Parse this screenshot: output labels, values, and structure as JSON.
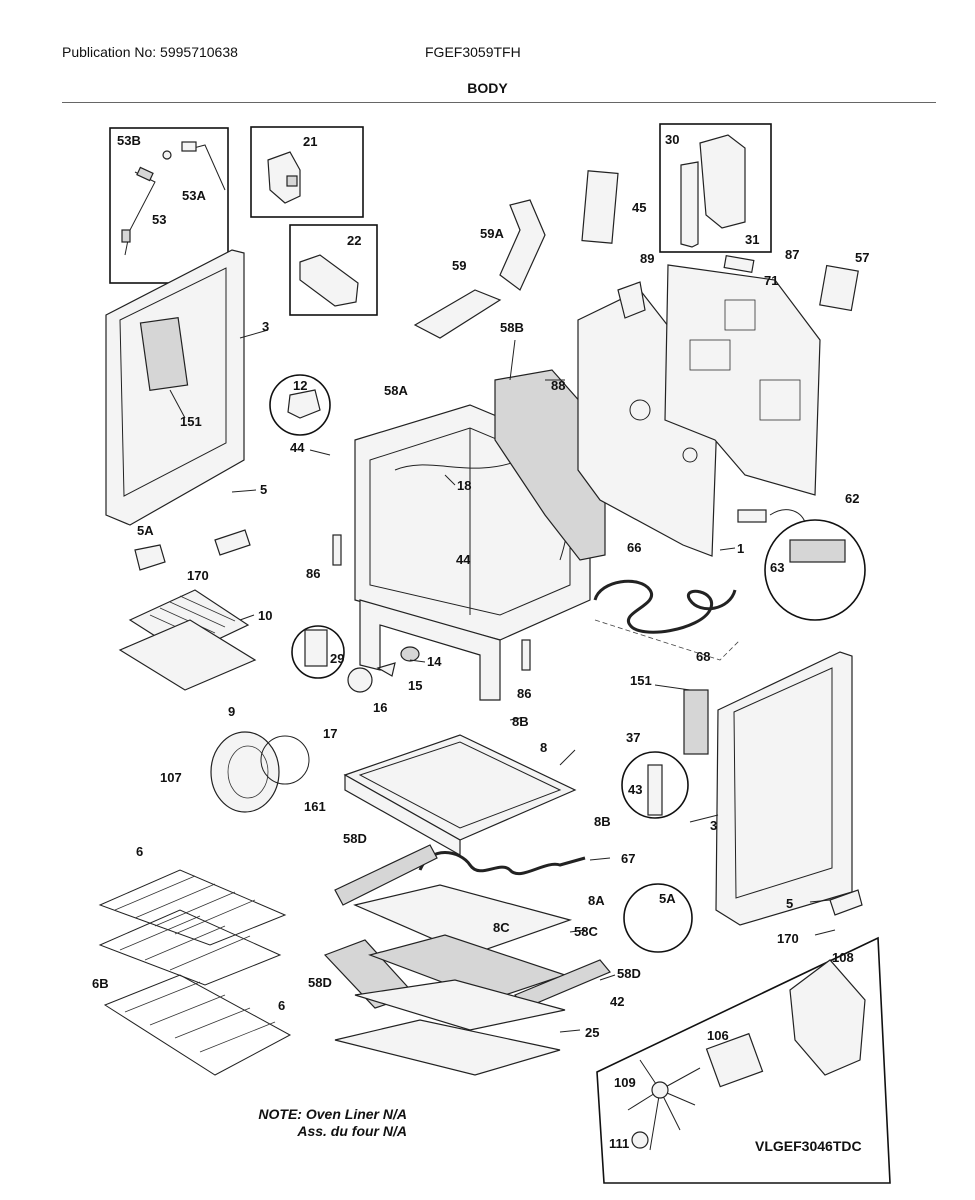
{
  "header": {
    "publication": "Publication No: 5995710638",
    "model": "FGEF3059TFH",
    "section": "BODY"
  },
  "note": {
    "line1": "NOTE: Oven Liner N/A",
    "line2": "Ass. du four N/A"
  },
  "diagram_code": "VLGEF3046TDC",
  "callouts": {
    "c53B": "53B",
    "c53A": "53A",
    "c53": "53",
    "c21": "21",
    "c22": "22",
    "c30": "30",
    "c31": "31",
    "c45": "45",
    "c59A": "59A",
    "c59": "59",
    "c89": "89",
    "c87": "87",
    "c57": "57",
    "c71": "71",
    "c58B": "58B",
    "c88": "88",
    "c3a": "3",
    "c151a": "151",
    "c12": "12",
    "c44a": "44",
    "c58A": "58A",
    "c18": "18",
    "c5a": "5",
    "c5Aa": "5A",
    "c170a": "170",
    "c86a": "86",
    "c44b": "44",
    "c62": "62",
    "c63": "63",
    "c1": "1",
    "c66": "66",
    "c10": "10",
    "c9": "9",
    "c29": "29",
    "c14": "14",
    "c15": "15",
    "c16": "16",
    "c17": "17",
    "c68": "68",
    "c86b": "86",
    "c151b": "151",
    "c8B1": "8B",
    "c37": "37",
    "c107": "107",
    "c161": "161",
    "c8": "8",
    "c43": "43",
    "c8B2": "8B",
    "c3b": "3",
    "c58D1": "58D",
    "c67": "67",
    "c6a": "6",
    "c5Ab": "5A",
    "c5b": "5",
    "c170b": "170",
    "c8A": "8A",
    "c8C": "8C",
    "c58C": "58C",
    "c58D2": "58D",
    "c58D3": "58D",
    "c108": "108",
    "c6B": "6B",
    "c6b": "6",
    "c42": "42",
    "c25": "25",
    "c106": "106",
    "c109": "109",
    "c111": "111"
  }
}
